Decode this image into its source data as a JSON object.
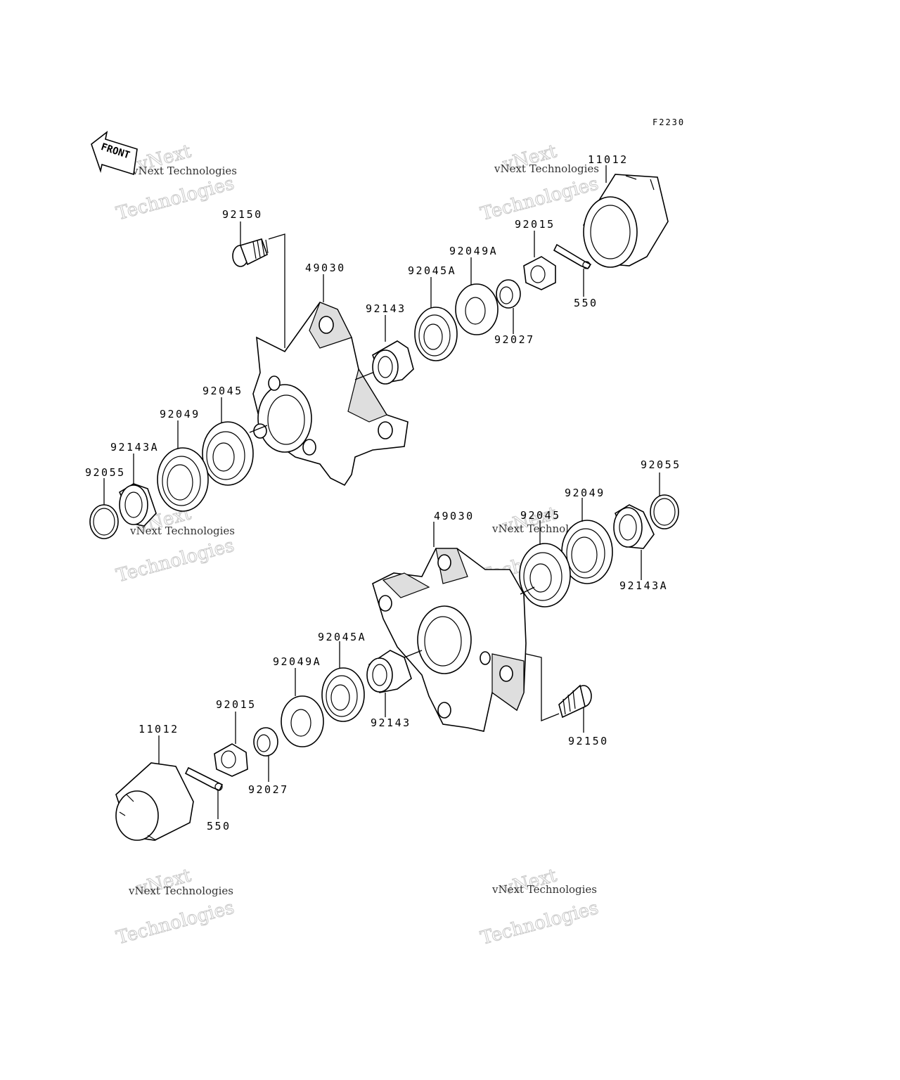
{
  "diagram_code": "F2230",
  "front_label": "FRONT",
  "watermark": {
    "line1": "vNext Technologies",
    "line2": "vNext",
    "line3": "Technologies"
  },
  "labels": {
    "top_11012": "11012",
    "top_92150": "92150",
    "top_92015": "92015",
    "top_92049A": "92049A",
    "top_49030": "49030",
    "top_92045A": "92045A",
    "top_92143": "92143",
    "top_550": "550",
    "top_92027": "92027",
    "top_92045": "92045",
    "top_92049": "92049",
    "top_92143A": "92143A",
    "top_92055": "92055",
    "bot_92055": "92055",
    "bot_92049": "92049",
    "bot_49030": "49030",
    "bot_92045": "92045",
    "bot_92143A": "92143A",
    "bot_92045A": "92045A",
    "bot_92049A": "92049A",
    "bot_92015": "92015",
    "bot_92143": "92143",
    "bot_92150": "92150",
    "bot_11012": "11012",
    "bot_92027": "92027",
    "bot_550": "550"
  }
}
